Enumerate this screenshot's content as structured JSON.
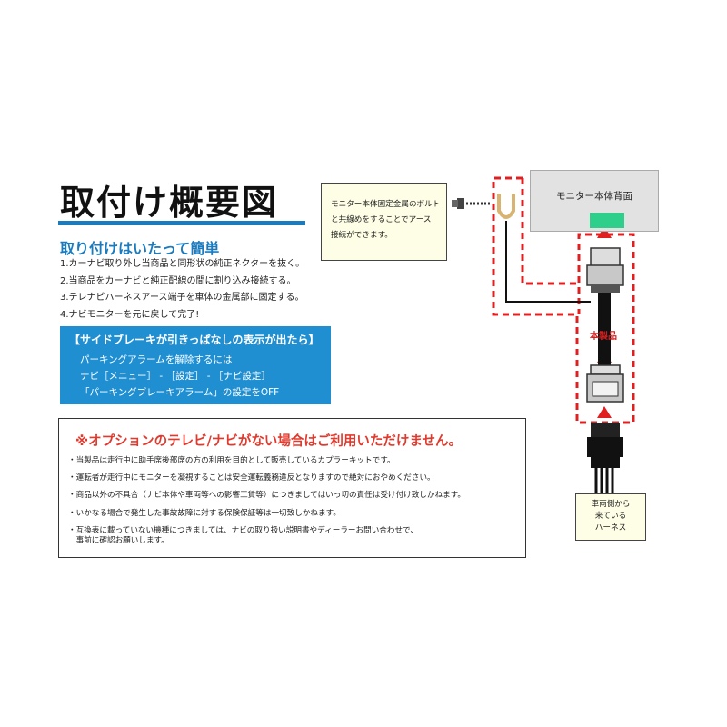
{
  "title": "取付け概要図",
  "subtitle": "取り付けはいたって簡単",
  "steps": [
    "1.カーナビ取り外し当商品と同形状の純正ネクターを抜く。",
    "2.当商品をカーナビと純正配線の間に割り込み接続する。",
    "3.テレナビハーネスアース端子を車体の金属部に固定する。",
    "4.ナビモニターを元に戻して完了!"
  ],
  "parking_brake": {
    "heading": "【サイドブレーキが引きっぱなしの表示が出たら】",
    "lines": [
      "パーキングアラームを解除するには",
      "ナビ［メニュー］ - ［設定］ - ［ナビ設定］",
      "「パーキングブレーキアラーム」の設定をOFF"
    ]
  },
  "warning": {
    "title": "※オプションのテレビ/ナビがない場合はご利用いただけません。",
    "items": [
      [
        "・当製品は走行中に助手席後部席の方の利用を目的として販売しているカプラーキットです。"
      ],
      [
        "・運転者が走行中にモニターを凝視することは安全運転義務違反となりますので絶対におやめください。"
      ],
      [
        "・商品以外の不具合（ナビ本体や車両等への影響工賃等）につきましてはいっ切の責任は受け付け致しかねます。"
      ],
      [
        "・いかなる場合で発生した事故故障に対する保険保証等は一切致しかねます。"
      ],
      [
        "・互換表に載っていない機種につきましては、ナビの取り扱い説明書やディーラーお問い合わせで、",
        "　事前に確認お願いします。"
      ]
    ]
  },
  "diagram": {
    "ground_note": [
      "モニター本体固定金属のボルト",
      "と共線めをすることでアース",
      "接続ができます。"
    ],
    "monitor_label": "モニター本体背面",
    "product_label": "本製品",
    "vehicle_harness": [
      "車両側から",
      "来ている",
      "ハーネス"
    ]
  },
  "colors": {
    "accent_blue": "#1a7bbf",
    "box_blue": "#1f8fd2",
    "warning_red": "#e03a2e",
    "dashed_red": "#e02020",
    "connector_green": "#2ecf8a",
    "note_bg": "#fefee6"
  }
}
